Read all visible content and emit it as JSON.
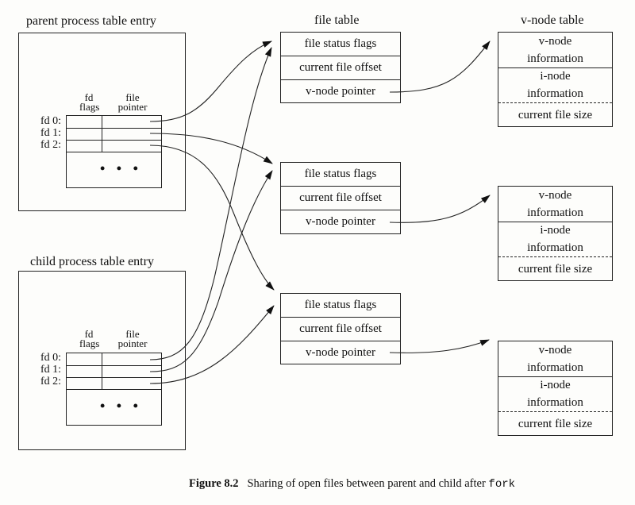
{
  "parent": {
    "title": "parent process table entry",
    "col_fd_flags": [
      "fd",
      "flags"
    ],
    "col_file_pointer": [
      "file",
      "pointer"
    ],
    "rows": [
      "fd 0:",
      "fd 1:",
      "fd 2:"
    ],
    "ellipsis": "• • •"
  },
  "child": {
    "title": "child process table entry",
    "col_fd_flags": [
      "fd",
      "flags"
    ],
    "col_file_pointer": [
      "file",
      "pointer"
    ],
    "rows": [
      "fd 0:",
      "fd 1:",
      "fd 2:"
    ],
    "ellipsis": "• • •"
  },
  "file_table": {
    "title": "file table",
    "entries": [
      {
        "status": "file status flags",
        "offset": "current file offset",
        "vnode": "v-node pointer"
      },
      {
        "status": "file status flags",
        "offset": "current file offset",
        "vnode": "v-node pointer"
      },
      {
        "status": "file status flags",
        "offset": "current file offset",
        "vnode": "v-node pointer"
      }
    ]
  },
  "vnode_table": {
    "title": "v-node table",
    "entries": [
      {
        "vnode_info": [
          "v-node",
          "information"
        ],
        "inode_info": [
          "i-node",
          "information"
        ],
        "size": "current file size"
      },
      {
        "vnode_info": [
          "v-node",
          "information"
        ],
        "inode_info": [
          "i-node",
          "information"
        ],
        "size": "current file size"
      },
      {
        "vnode_info": [
          "v-node",
          "information"
        ],
        "inode_info": [
          "i-node",
          "information"
        ],
        "size": "current file size"
      }
    ]
  },
  "caption": {
    "figure": "Figure 8.2",
    "text": "Sharing of open files between parent and child after",
    "code": "fork"
  }
}
